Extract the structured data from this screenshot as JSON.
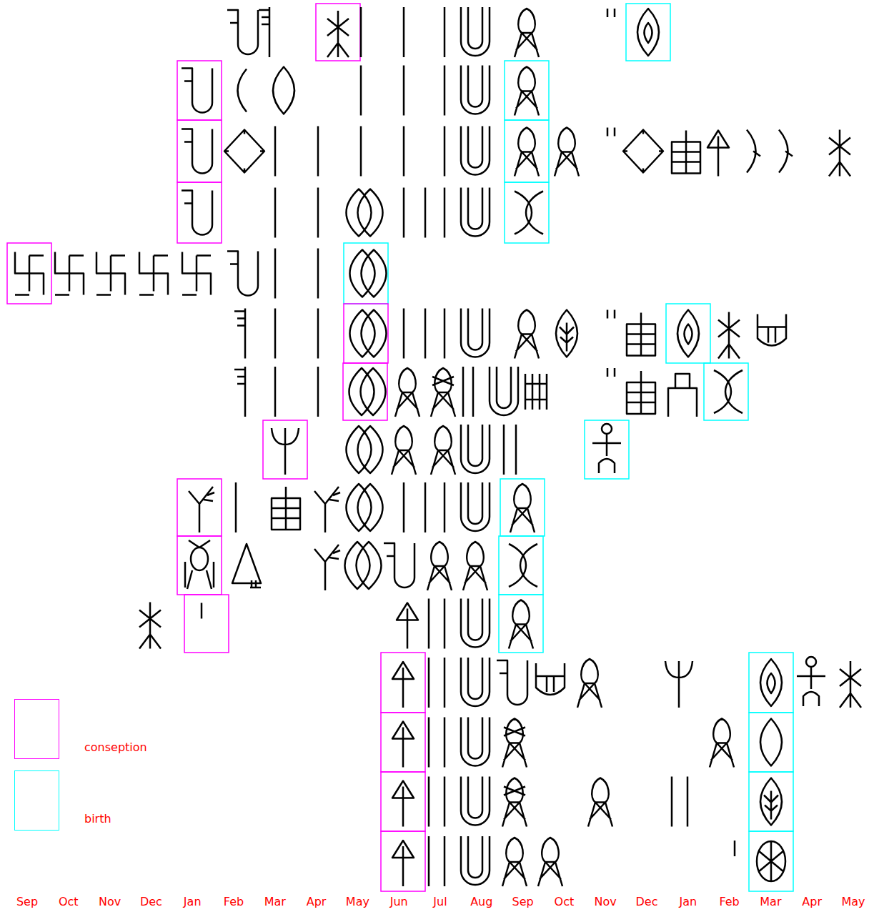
{
  "diagram": {
    "labels": [
      "Sep",
      "Oct",
      "Nov",
      "Dec",
      "Jan",
      "Feb",
      "Mar",
      "Apr",
      "May",
      "Jun",
      "Jul",
      "Aug",
      "Sep",
      "Oct",
      "Nov",
      "Dec",
      "Jan",
      "Feb",
      "Mar",
      "Apr",
      "May"
    ],
    "legend": [
      {
        "text": "conseption",
        "color": "#ff00ff"
      },
      {
        "text": "birth",
        "color": "#00ffff"
      }
    ]
  }
}
